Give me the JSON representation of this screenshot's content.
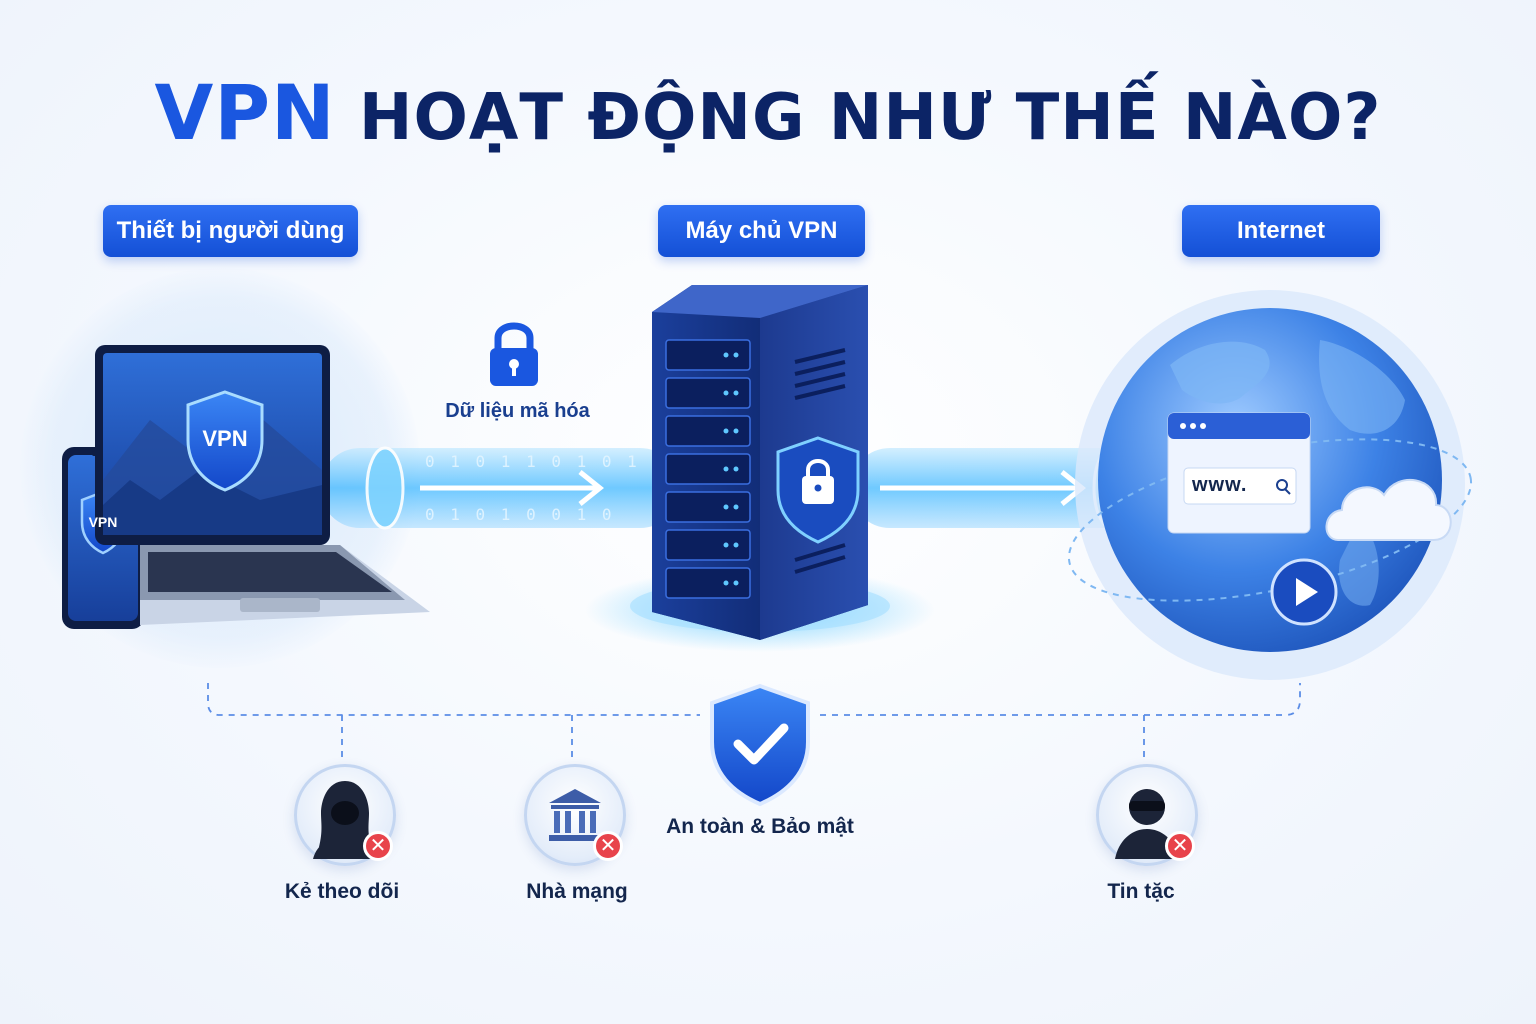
{
  "title": {
    "accent": "VPN",
    "rest": "HOẠT ĐỘNG NHƯ THẾ NÀO?"
  },
  "stages": [
    {
      "label": "Thiết bị người dùng"
    },
    {
      "label": "Máy chủ VPN"
    },
    {
      "label": "Internet"
    }
  ],
  "device": {
    "laptop_badge": "VPN",
    "phone_badge": "VPN"
  },
  "encryption": {
    "label": "Dữ liệu mã hóa",
    "binary_top": "0 1 0 1 1 0 1 0 1",
    "binary_bottom": "0 1 0 1 0 0 1 0"
  },
  "internet": {
    "url_text": "www."
  },
  "security": {
    "label": "An toàn & Bảo mật"
  },
  "threats": [
    {
      "label": "Kẻ theo dõi",
      "icon": "hooded-spy-icon",
      "blocked": "✕"
    },
    {
      "label": "Nhà mạng",
      "icon": "bank-building-icon",
      "blocked": "✕"
    },
    {
      "label": "Tin tặc",
      "icon": "masked-hacker-icon",
      "blocked": "✕"
    }
  ],
  "colors": {
    "brand_blue": "#1a57e0",
    "navy": "#0c2466",
    "danger": "#e8434b"
  }
}
